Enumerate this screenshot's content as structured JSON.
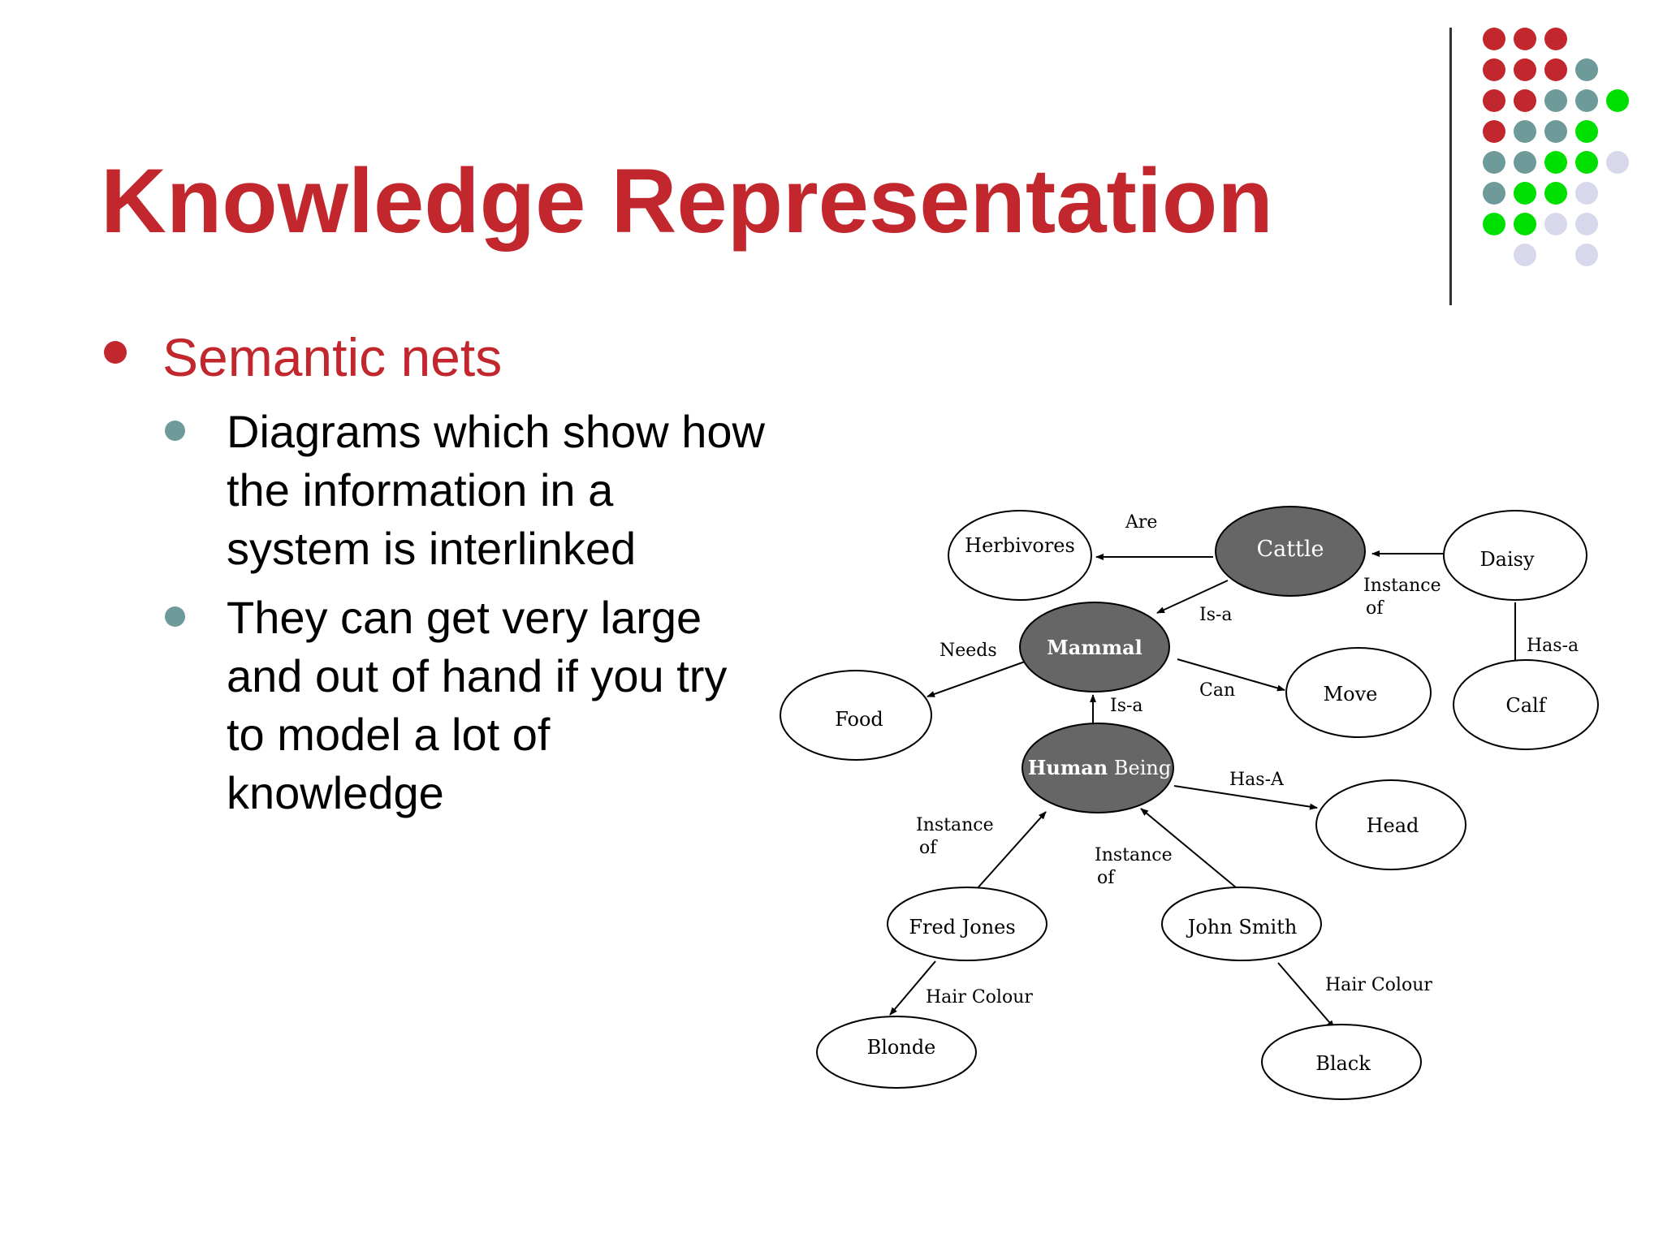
{
  "slide": {
    "title": "Knowledge Representation",
    "bullet": "Semantic nets",
    "sub_bullets": [
      {
        "lines": [
          "Diagrams which show how",
          "the information in a",
          "system is interlinked"
        ]
      },
      {
        "lines": [
          "They can get very large",
          "and out of hand if you try",
          "to model a lot of",
          "knowledge"
        ]
      }
    ]
  },
  "decoration": {
    "colors": {
      "red": "#c1272d",
      "teal": "#6e9a9a",
      "green": "#00e000",
      "lavender": "#d8d8ec"
    }
  },
  "diagram": {
    "nodes": {
      "herbivores": "Herbivores",
      "cattle": "Cattle",
      "daisy": "Daisy",
      "mammal": "Mammal",
      "food": "Food",
      "move": "Move",
      "calf": "Calf",
      "human_being_bold": "Human",
      "human_being_rest": "Being",
      "head": "Head",
      "fred_jones": "Fred Jones",
      "john_smith": "John Smith",
      "blonde": "Blonde",
      "black": "Black"
    },
    "edges": {
      "are": "Are",
      "instance_of_daisy_1": "Instance",
      "instance_of_daisy_2": "of",
      "is_a_cattle": "Is-a",
      "has_a_calf": "Has-a",
      "needs": "Needs",
      "can": "Can",
      "is_a_human": "Is-a",
      "has_a_head": "Has-A",
      "instance_of_fred_1": "Instance",
      "instance_of_fred_2": "of",
      "instance_of_john_1": "Instance",
      "instance_of_john_2": "of",
      "hair_colour_fred": "Hair Colour",
      "hair_colour_john": "Hair Colour"
    }
  }
}
